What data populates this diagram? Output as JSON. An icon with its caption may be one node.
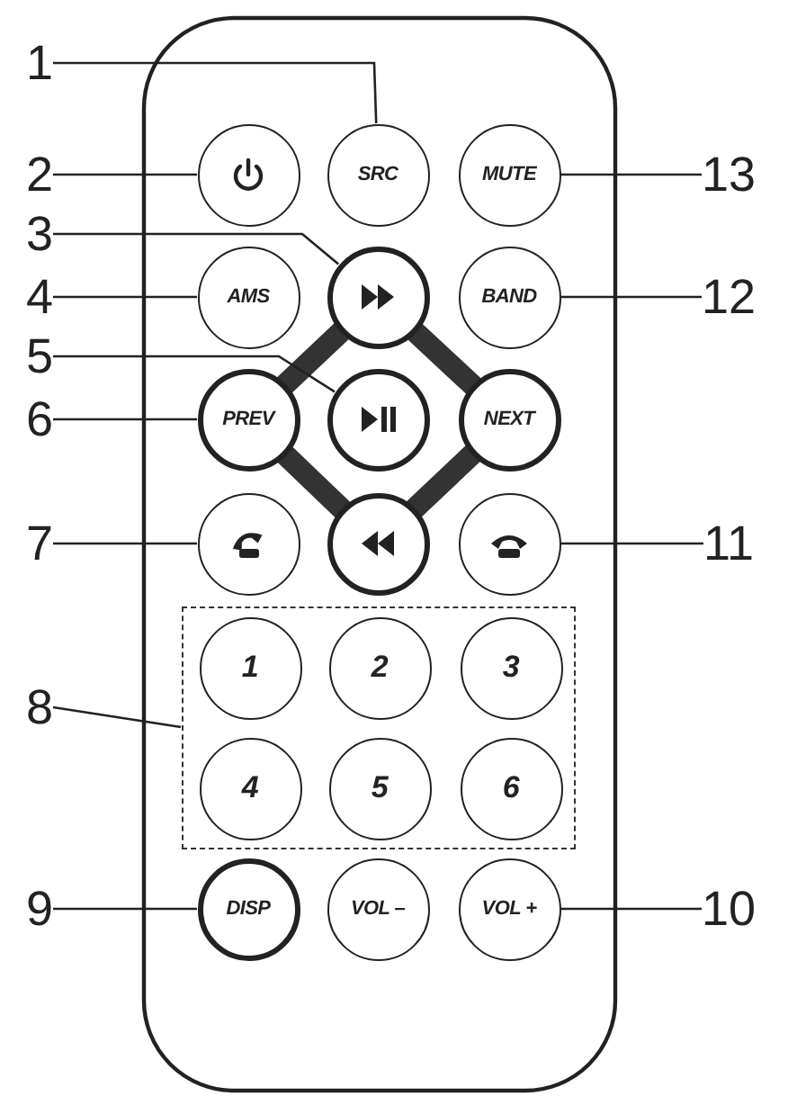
{
  "diagram": {
    "nodes": [
      {
        "text": [
          "1"
        ]
      },
      {
        "text": [
          "2"
        ]
      },
      {
        "text": [],
        "shape": "circle"
      },
      {
        "text": [
          "SRC"
        ]
      },
      {
        "text": [
          "MUTE"
        ]
      },
      {
        "text": [
          "13"
        ]
      },
      {
        "text": [
          "3"
        ]
      },
      {
        "text": [
          "4"
        ]
      },
      {
        "text": [
          "AMS"
        ]
      },
      {
        "text": [],
        "shape": "circle"
      },
      {
        "text": [
          "BAND"
        ]
      },
      {
        "text": [
          "12"
        ]
      },
      {
        "text": [
          "5"
        ]
      },
      {
        "text": [
          "6"
        ]
      },
      {
        "text": [
          "PREV"
        ]
      },
      {
        "text": [],
        "shape": "circle"
      },
      {
        "text": [
          "NEXT"
        ]
      },
      {
        "text": [
          "7"
        ]
      },
      {
        "text": [],
        "shape": "circle"
      },
      {
        "text": [],
        "shape": "circle"
      },
      {
        "text": [],
        "shape": "circle"
      },
      {
        "text": [
          "11"
        ]
      },
      {
        "text": [
          "8"
        ]
      },
      {
        "text": [],
        "shape": "box"
      },
      {
        "text": [
          "1"
        ],
        "in": 23
      },
      {
        "text": [
          "2"
        ],
        "in": 23
      },
      {
        "text": [
          "3"
        ],
        "in": 23
      },
      {
        "text": [
          "4"
        ],
        "in": 23
      },
      {
        "text": [
          "5"
        ],
        "in": 23
      },
      {
        "text": [
          "6"
        ],
        "in": 23
      },
      {
        "text": [
          "9"
        ]
      },
      {
        "text": [
          "DISP"
        ]
      },
      {
        "text": [
          "VOL –"
        ]
      },
      {
        "text": [
          "VOL +"
        ]
      },
      {
        "text": [
          "10"
        ]
      }
    ],
    "edges": [
      {
        "from": 0,
        "to": 3,
        "arrow": "none"
      },
      {
        "from": 1,
        "to": 2,
        "arrow": "none"
      },
      {
        "from": 5,
        "to": 4,
        "arrow": "none"
      },
      {
        "from": 6,
        "to": 9,
        "arrow": "none"
      },
      {
        "from": 7,
        "to": 8,
        "arrow": "none"
      },
      {
        "from": 11,
        "to": 10,
        "arrow": "none"
      },
      {
        "from": 12,
        "to": 15,
        "arrow": "none"
      },
      {
        "from": 13,
        "to": 14,
        "arrow": "none"
      },
      {
        "from": 17,
        "to": 18,
        "arrow": "none"
      },
      {
        "from": 21,
        "to": 20,
        "arrow": "none"
      },
      {
        "from": 22,
        "to": 23,
        "arrow": "none"
      },
      {
        "from": 30,
        "to": 31,
        "arrow": "none"
      },
      {
        "from": 34,
        "to": 33,
        "arrow": "none"
      }
    ]
  }
}
